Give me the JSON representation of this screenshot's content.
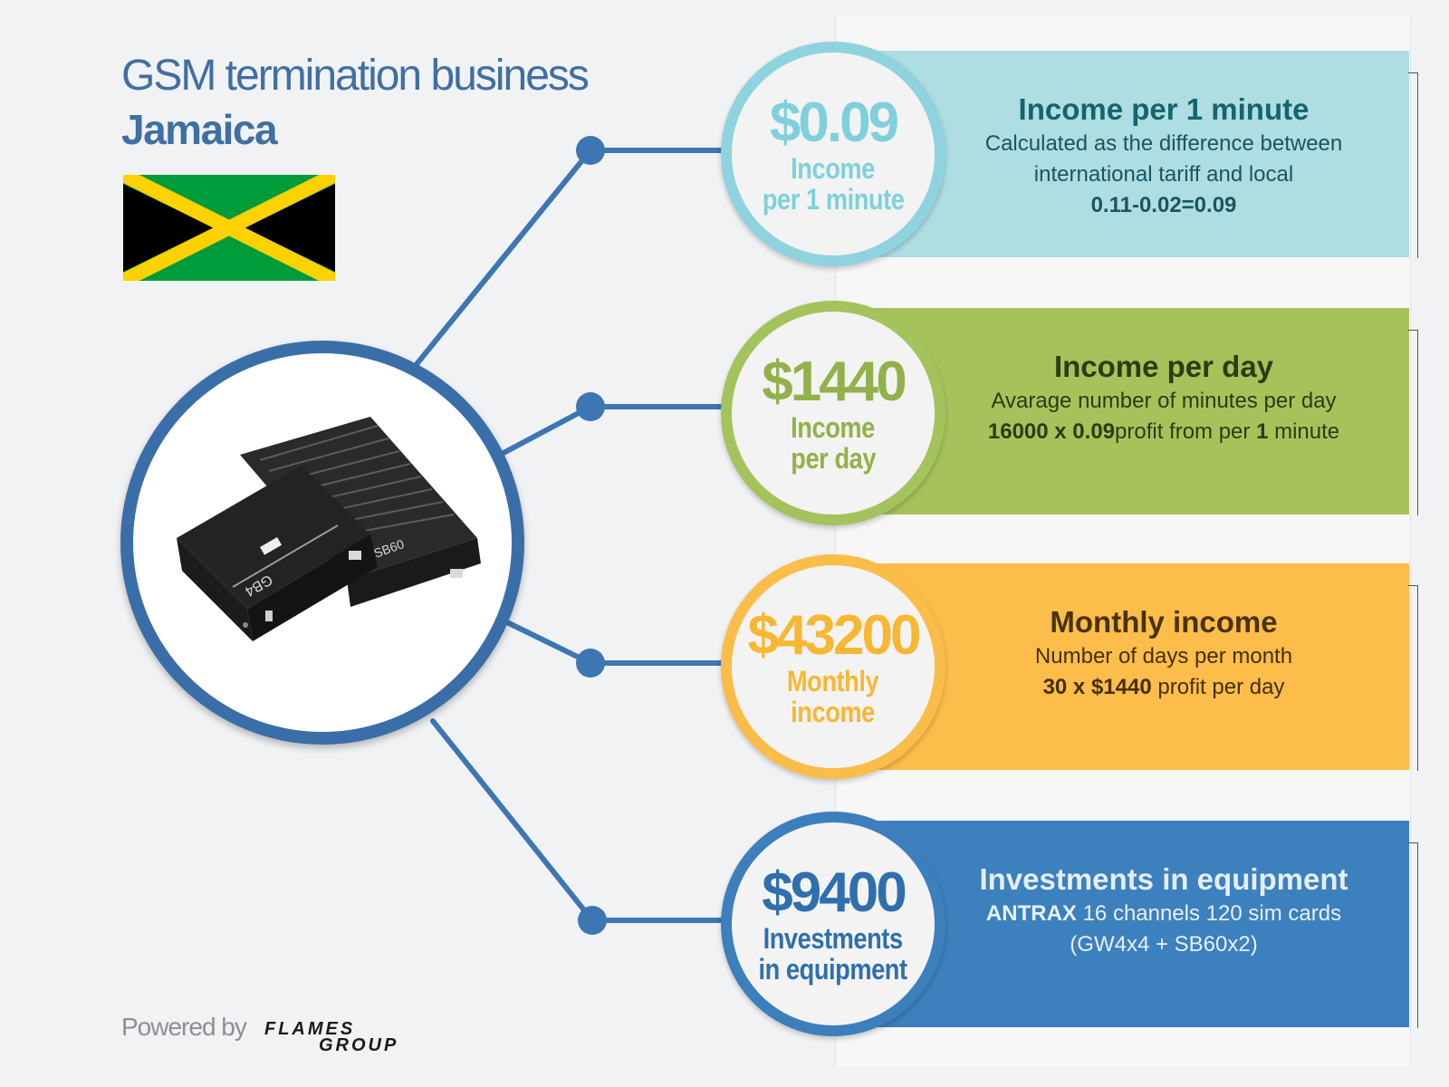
{
  "title": {
    "line1": "GSM termination business",
    "line2": "Jamaica"
  },
  "flag": {
    "country": "Jamaica",
    "colors": {
      "green": "#009b3a",
      "gold": "#fed100",
      "black": "#000000"
    }
  },
  "device": {
    "labels": [
      "GB4",
      "SB60"
    ]
  },
  "cards": [
    {
      "value": "$0.09",
      "label_lines": [
        "Income",
        "per 1 minute"
      ],
      "heading": "Income per 1 minute",
      "lines": [
        "Calculated  as the difference between",
        "international tariff and local"
      ],
      "formula": "0.11-0.02=0.09",
      "color": "#aedde2"
    },
    {
      "value": "$1440",
      "label_lines": [
        "Income",
        "per day"
      ],
      "heading": "Income per day",
      "line1": "Avarage number of minutes per day",
      "line2_bold": "16000 x 0.09",
      "line2_rest": "profit from per ",
      "line2_bold2": "1",
      "line2_end": " minute",
      "color": "#a8c25b"
    },
    {
      "value": "$43200",
      "label_lines": [
        "Monthly",
        "income"
      ],
      "heading": "Monthly income",
      "line1": "Number of days per month",
      "line2_bold": "30 x $1440",
      "line2_rest": " profit per day",
      "color": "#fdbd4b"
    },
    {
      "value": "$9400",
      "label_lines": [
        "Investments",
        "in equipment"
      ],
      "heading": "Investments in equipment",
      "line1_bold": "ANTRAX",
      "line1_rest": " 16 channels 120 sim cards",
      "line2": "(GW4x4 + SB60x2)",
      "color": "#3c80bd"
    }
  ],
  "footer": {
    "powered_by": "Powered by",
    "brand_top": "FLAMES",
    "brand_bottom": "GROUP"
  }
}
